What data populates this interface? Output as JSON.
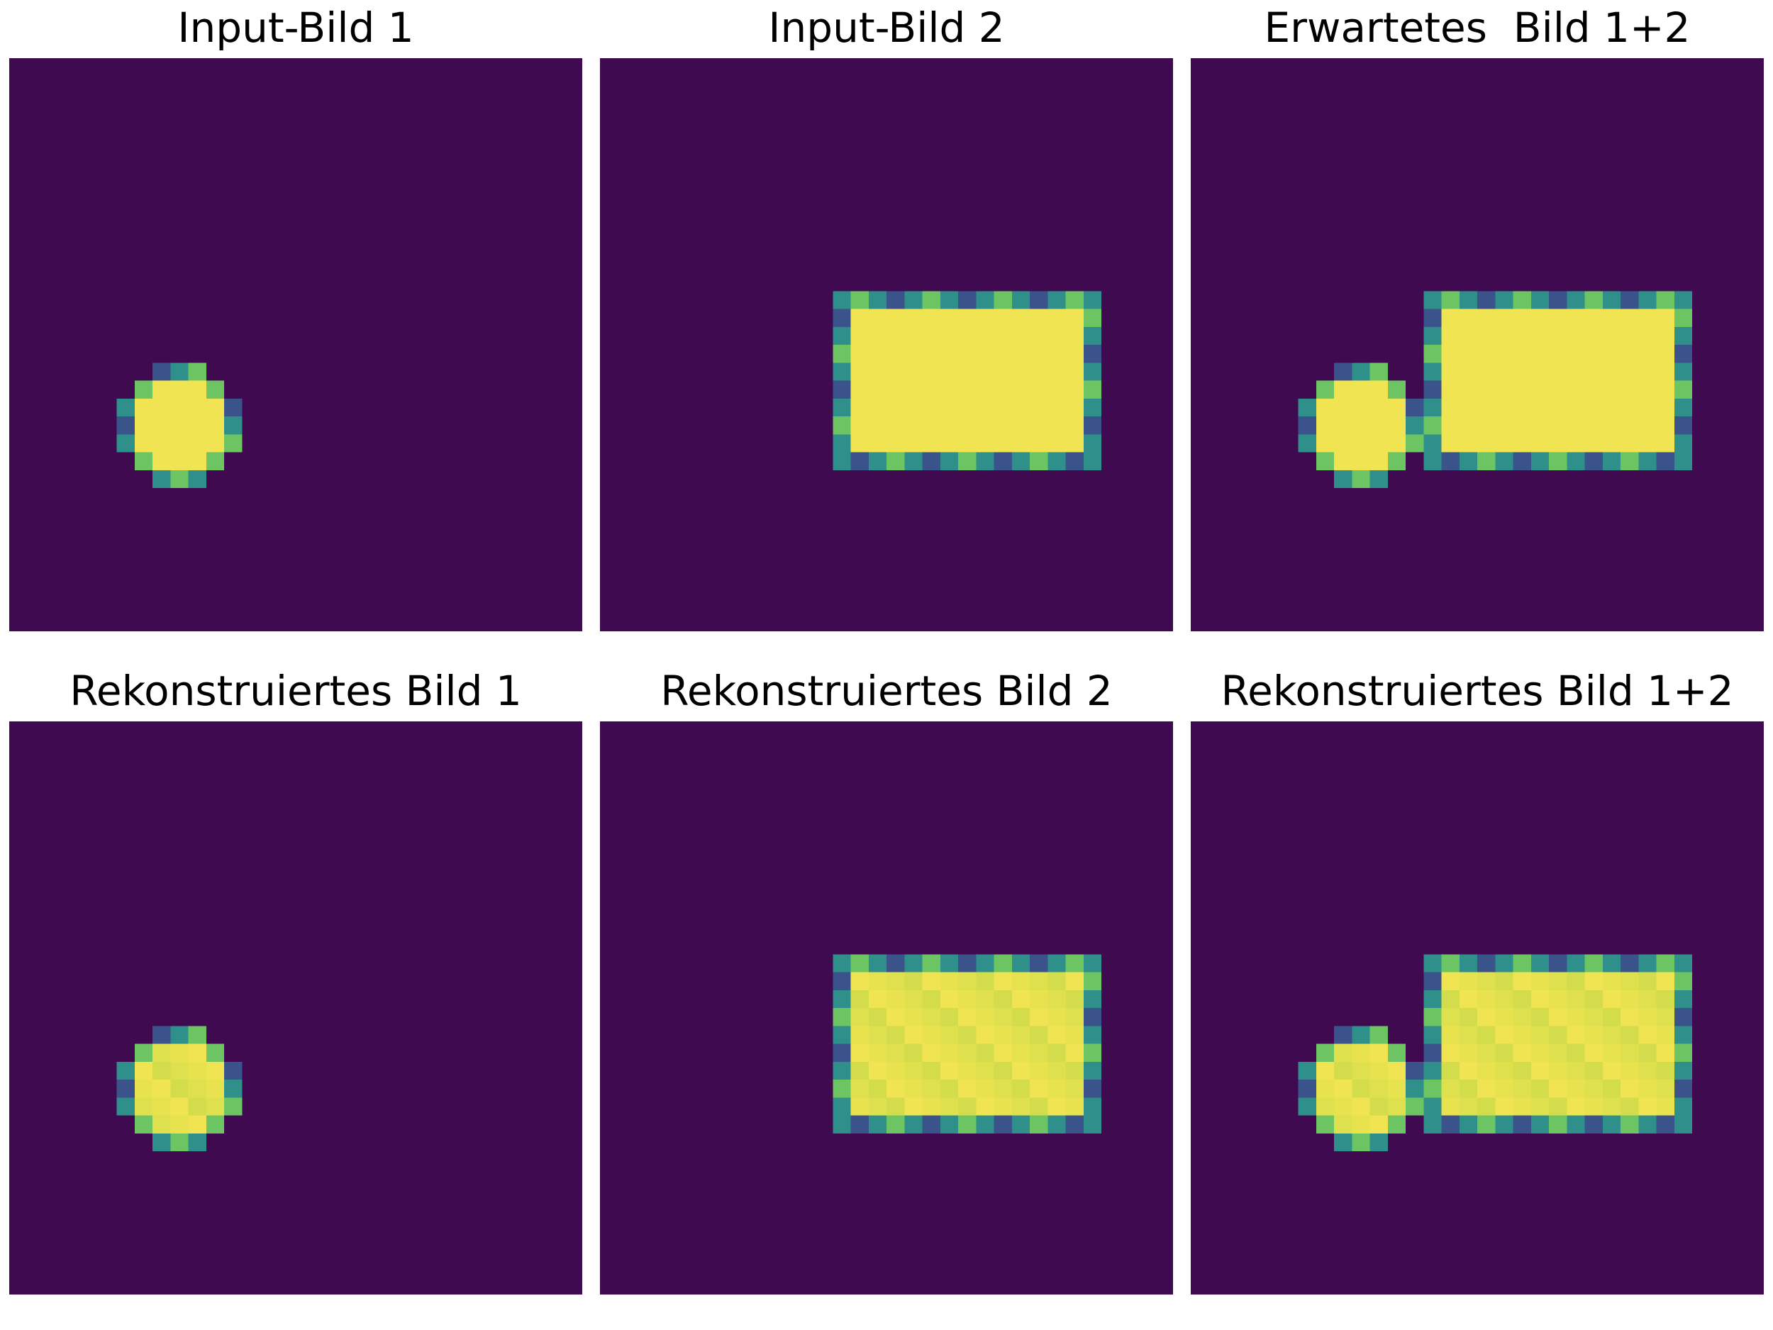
{
  "colors": {
    "background": "#3f0a4f",
    "shape_fill": "#f1e452",
    "edge_green": "#6cc462",
    "edge_teal": "#2f8f8a",
    "edge_blue": "#3a548b"
  },
  "panels": [
    {
      "title": "Input-Bild 1",
      "shapes": [
        "circle"
      ],
      "reconstructed": false
    },
    {
      "title": "Input-Bild 2",
      "shapes": [
        "rectangle"
      ],
      "reconstructed": false
    },
    {
      "title": "Erwartetes  Bild 1+2",
      "shapes": [
        "circle",
        "rectangle"
      ],
      "reconstructed": false
    },
    {
      "title": "Rekonstruiertes Bild 1",
      "shapes": [
        "circle"
      ],
      "reconstructed": true
    },
    {
      "title": "Rekonstruiertes Bild 2",
      "shapes": [
        "rectangle"
      ],
      "reconstructed": true
    },
    {
      "title": "Rekonstruiertes Bild 1+2",
      "shapes": [
        "circle",
        "rectangle"
      ],
      "reconstructed": true
    }
  ]
}
